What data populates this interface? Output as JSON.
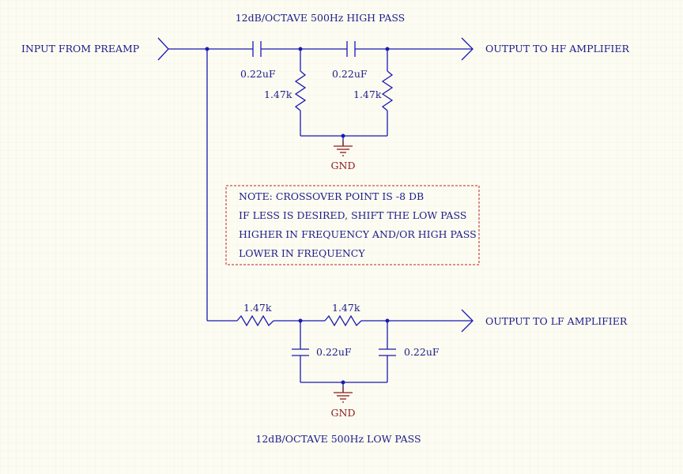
{
  "hp_title": "12dB/OCTAVE 500Hz HIGH PASS",
  "lp_title": "12dB/OCTAVE 500Hz LOW PASS",
  "ports": {
    "input": "INPUT FROM PREAMP",
    "hf_output": "OUTPUT TO HF AMPLIFIER",
    "lf_output": "OUTPUT TO LF AMPLIFIER"
  },
  "high_pass": {
    "c1": "0.22uF",
    "c2": "0.22uF",
    "r1": "1.47k",
    "r2": "1.47k",
    "gnd": "GND"
  },
  "low_pass": {
    "r1": "1.47k",
    "r2": "1.47k",
    "c1": "0.22uF",
    "c2": "0.22uF",
    "gnd": "GND"
  },
  "note": {
    "lines": [
      "NOTE: CROSSOVER POINT IS -8 DB",
      "IF LESS IS DESIRED, SHIFT THE LOW PASS",
      "HIGHER IN FREQUENCY AND/OR HIGH PASS",
      "LOWER IN FREQUENCY"
    ]
  },
  "colors": {
    "background": "#fcfcf2",
    "wire": "#1a1ab4",
    "label": "#1c1c8c",
    "ground": "#8b1a1a",
    "note_border": "#c02020"
  }
}
